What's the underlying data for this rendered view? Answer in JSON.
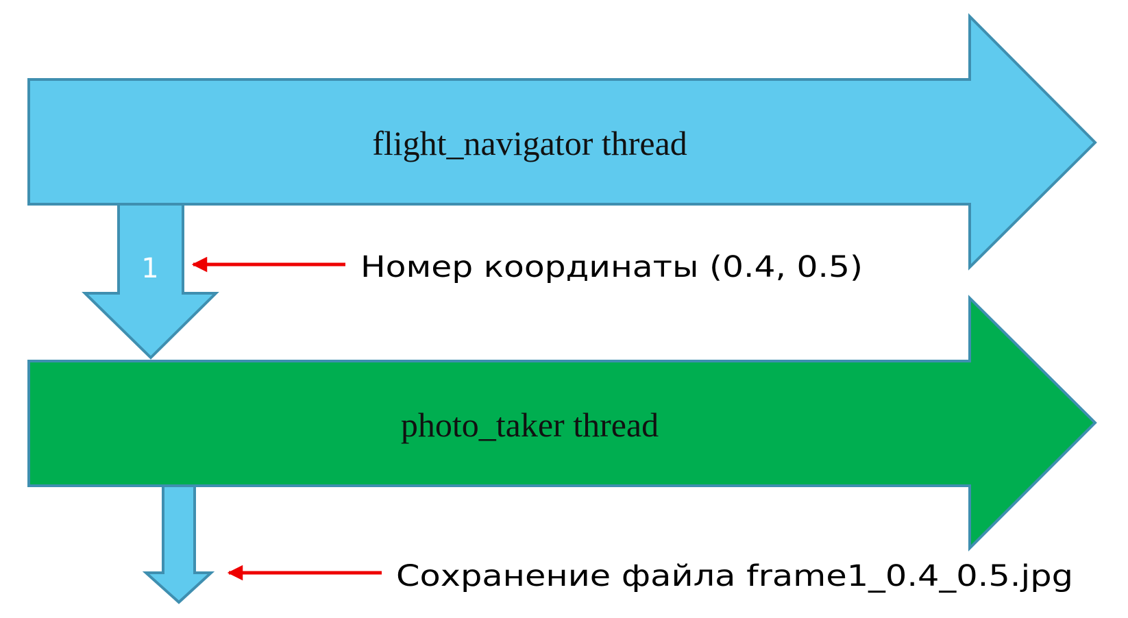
{
  "colors": {
    "thread_1_fill": "#5fcaee",
    "thread_1_stroke": "#3f8fb0",
    "thread_2_fill": "#00ae50",
    "thread_2_stroke": "#3f8fb0",
    "pointer_arrow": "#ee0000",
    "step_label": "#ffffff"
  },
  "threads": {
    "top": {
      "label": "flight_navigator thread"
    },
    "bottom": {
      "label": "photo_taker thread"
    }
  },
  "transfer": {
    "step_number": "1",
    "annotation": "Номер координаты (0.4, 0.5)"
  },
  "output": {
    "annotation": "Сохранение файла frame1_0.4_0.5.jpg"
  }
}
